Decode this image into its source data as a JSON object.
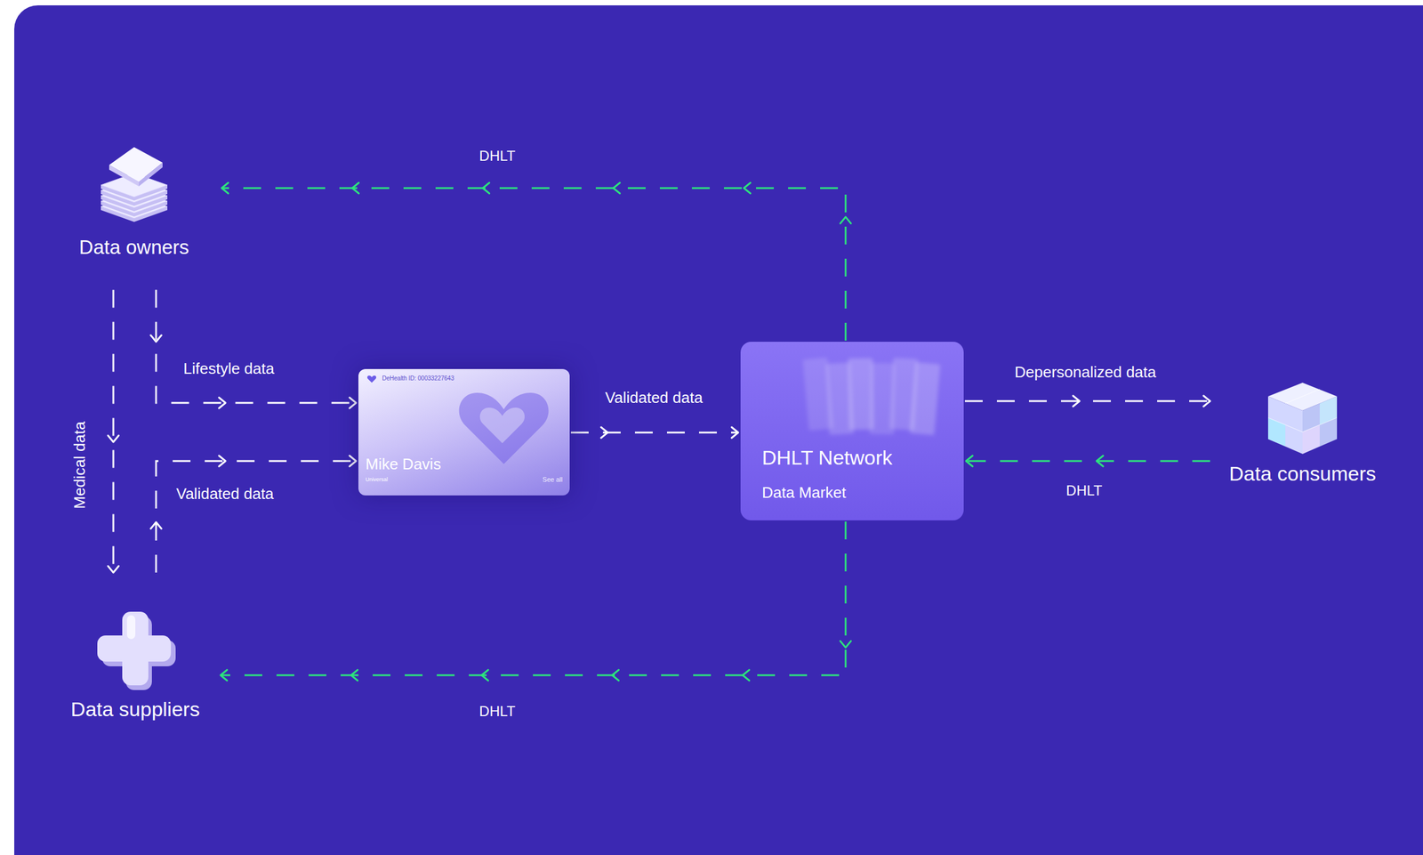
{
  "diagram": {
    "nodes": [
      {
        "text": [
          "Data owners"
        ]
      },
      {
        "text": [
          "DeHealth ID: 00033227643",
          "Mike Davis",
          "Universal",
          "See all"
        ]
      },
      {
        "text": [
          "DHLT Network",
          "Data Market"
        ]
      },
      {
        "text": [
          "Data consumers"
        ]
      },
      {
        "text": [
          "Data suppliers"
        ]
      }
    ],
    "edges": [
      {
        "from": 0,
        "to": 1,
        "label": "Lifestyle data",
        "arrow": "to"
      },
      {
        "from": 0,
        "to": 4,
        "label": "Medical data",
        "arrow": "to"
      },
      {
        "from": 4,
        "to": 1,
        "label": "Validated data",
        "arrow": "to"
      },
      {
        "from": 1,
        "to": 2,
        "label": "Validated data",
        "arrow": "to"
      },
      {
        "from": 2,
        "to": 3,
        "label": "Depersonalized data",
        "arrow": "to"
      },
      {
        "from": 3,
        "to": 2,
        "label": "DHLT",
        "arrow": "to"
      },
      {
        "from": 2,
        "to": 0,
        "label": "DHLT",
        "arrow": "to"
      },
      {
        "from": 2,
        "to": 4,
        "label": "DHLT",
        "arrow": "to"
      }
    ]
  }
}
